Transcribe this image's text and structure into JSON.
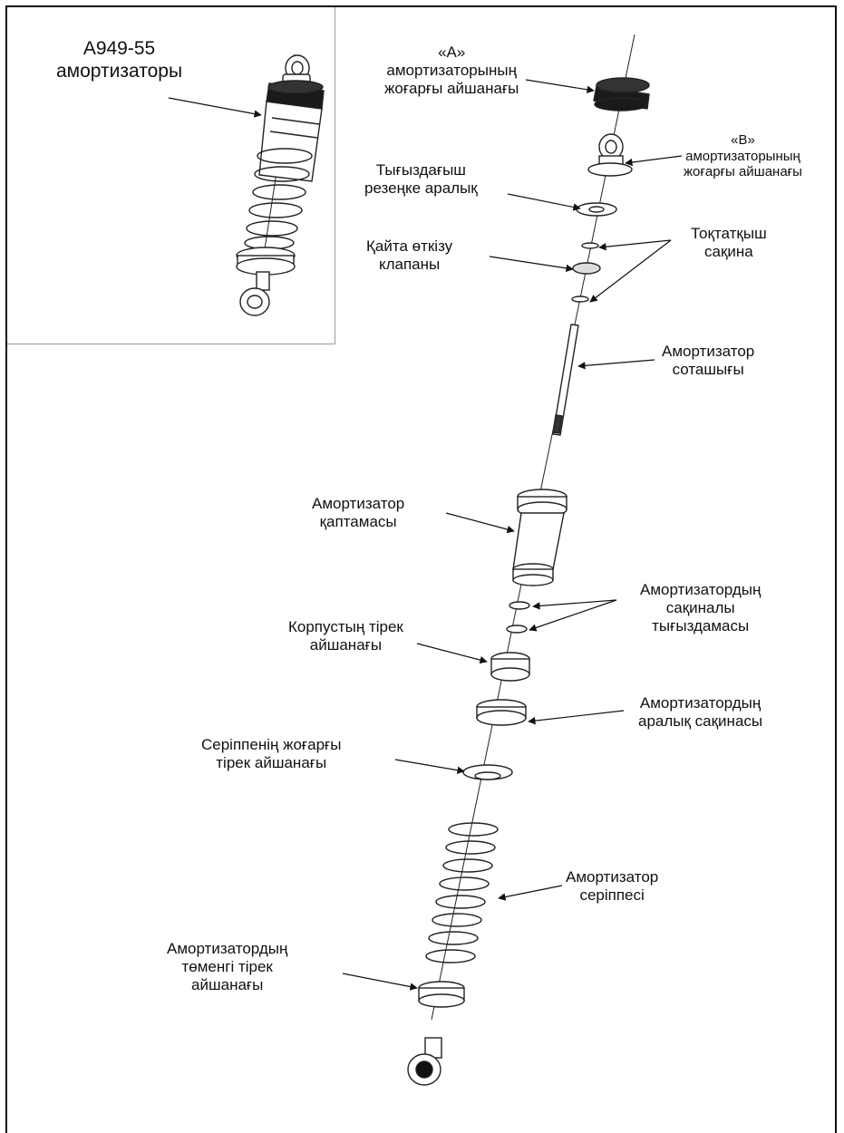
{
  "inset": {
    "model_line1": "A949-55",
    "model_line2": "амортизаторы"
  },
  "labels": {
    "a_mount": [
      "«А»",
      "амортизаторының",
      "жоғарғы айшанағы"
    ],
    "b_mount": [
      "«В»",
      "амортизаторының",
      "жоғарғы айшанағы"
    ],
    "seal_spacer": [
      "Тығыздағыш",
      "резеңке аралық"
    ],
    "retaining_ring": [
      "Тоқтатқыш",
      "сақина"
    ],
    "return_valve": [
      "Қайта өткізу",
      "клапаны"
    ],
    "shock_rod": [
      "Амортизатор",
      "соташығы"
    ],
    "shock_body": [
      "Амортизатор",
      "қаптамасы"
    ],
    "o_ring_seal": [
      "Амортизатордың",
      "сақиналы",
      "тығыздамасы"
    ],
    "housing_mount": [
      "Корпустың тірек",
      "айшанағы"
    ],
    "spacer_ring": [
      "Амортизатордың",
      "аралық сақинасы"
    ],
    "spring_upper": [
      "Серіппенің жоғарғы",
      "тірек айшанағы"
    ],
    "spring": [
      "Амортизатор",
      "серіппесі"
    ],
    "lower_mount": [
      "Амортизатордың",
      "төменгі тірек",
      "айшанағы"
    ]
  }
}
